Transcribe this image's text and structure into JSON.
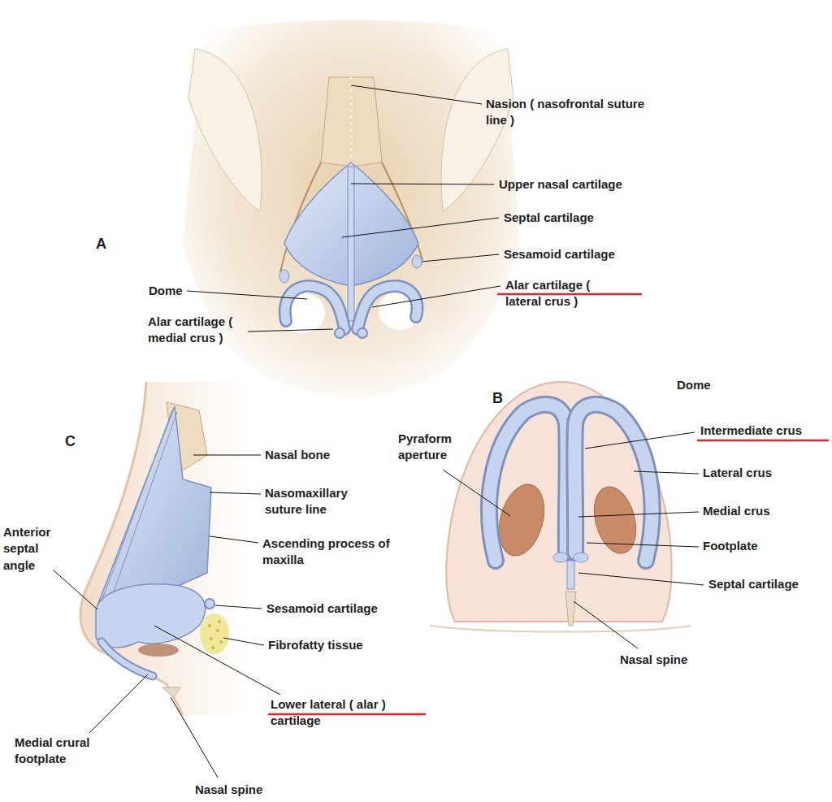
{
  "diagram": {
    "labels": [
      "A",
      "Nasion ( nasofrontal suture line )",
      "Upper nasal cartilage",
      "Septal cartilage",
      "Sesamoid cartilage",
      "Dome",
      "Alar cartilage ( lateral crus )",
      "Alar cartilage ( medial crus )",
      "B",
      "Dome",
      "Intermediate crus",
      "Pyraform aperture",
      "Lateral crus",
      "Medial crus",
      "Footplate",
      "Septal cartilage",
      "Nasal spine",
      "C",
      "Nasal bone",
      "Nasomaxillary suture line",
      "Anterior septal angle",
      "Ascending process of maxilla",
      "Sesamoid cartilage",
      "Fibrofatty tissue",
      "Lower lateral ( alar ) cartilage",
      "Medial crural footplate",
      "Nasal spine"
    ]
  }
}
